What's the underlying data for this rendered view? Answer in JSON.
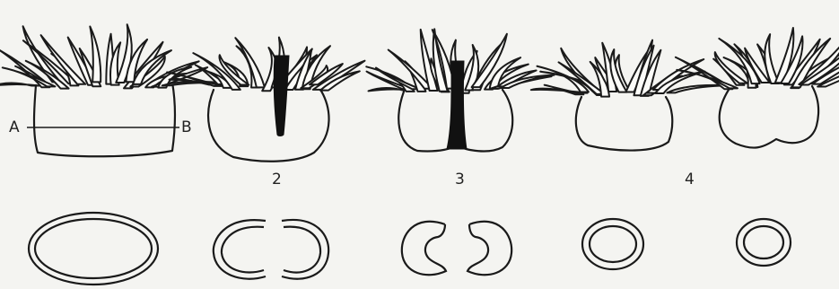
{
  "figure": {
    "stage_labels": [
      "2",
      "3",
      "4"
    ],
    "section_line": {
      "start_label": "A",
      "end_label": "B"
    }
  },
  "colors": {
    "background": "#f4f4f1",
    "ink": "#1a1a1a"
  }
}
